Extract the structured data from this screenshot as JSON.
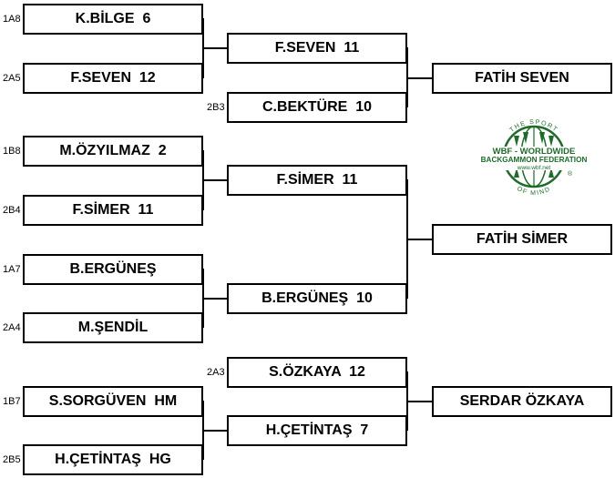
{
  "seeds": {
    "r1": [
      "1A8",
      "2A5",
      "1B8",
      "2B4",
      "1A7",
      "2A4",
      "1B7",
      "2B5"
    ],
    "r2_c": "2B3",
    "r2_g": "2A3"
  },
  "round1": [
    "K.BİLGE  6",
    "F.SEVEN  12",
    "M.ÖZYILMAZ  2",
    "F.SİMER  11",
    "B.ERGÜNEŞ",
    "M.ŞENDİL",
    "S.SORGÜVEN  HM",
    "H.ÇETİNTAŞ  HG"
  ],
  "round2": [
    "F.SEVEN  11",
    "C.BEKTÜRE  10",
    "F.SİMER  11",
    "B.ERGÜNEŞ  10",
    "S.ÖZKAYA  12",
    "H.ÇETİNTAŞ  7"
  ],
  "winners": [
    "FATİH SEVEN",
    "FATİH SİMER",
    "SERDAR ÖZKAYA"
  ],
  "logo": {
    "top_arc": "THE SPORT",
    "line1": "WBF - WORLDWIDE",
    "line2": "BACKGAMMON FEDERATION",
    "url": "www.wbf.net",
    "bottom_arc": "OF MIND",
    "mark": "®",
    "color": "#1f6b2a"
  }
}
